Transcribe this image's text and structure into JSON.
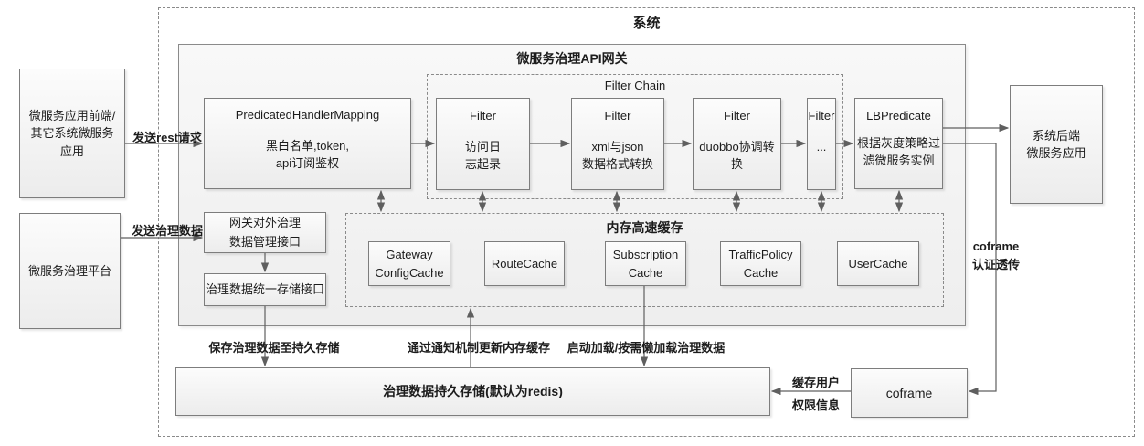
{
  "diagram": {
    "system_title": "系统",
    "gateway_title": "微服务治理API网关",
    "filter_chain_title": "Filter Chain",
    "cache_title": "内存高速缓存"
  },
  "nodes": {
    "frontend": {
      "lines": [
        "微服务应用前端/",
        "其它系统微服务",
        "应用"
      ]
    },
    "platform": {
      "label": "微服务治理平台"
    },
    "phm": {
      "title": "PredicatedHandlerMapping",
      "lines": [
        "黑白名单,token,",
        "api订阅鉴权"
      ]
    },
    "filter1": {
      "title": "Filter",
      "lines": [
        "访问日",
        "志起录"
      ]
    },
    "filter2": {
      "title": "Filter",
      "lines": [
        "xml与json",
        "数据格式转换"
      ]
    },
    "filter3": {
      "title": "Filter",
      "lines": [
        "duobbo协调转",
        "换"
      ]
    },
    "filter4": {
      "title": "Filter",
      "lines": [
        "..."
      ]
    },
    "lbpredicate": {
      "title": "LBPredicate",
      "lines": [
        "根据灰度策略过",
        "滤微服务实例"
      ]
    },
    "backend": {
      "lines": [
        "系统后端",
        "微服务应用"
      ]
    },
    "mgmt_interface": {
      "lines": [
        "网关对外治理",
        "数据管理接口"
      ]
    },
    "storage_interface": {
      "label": "治理数据统一存储接口"
    },
    "caches": [
      {
        "lines": [
          "Gateway",
          "ConfigCache"
        ]
      },
      {
        "lines": [
          "RouteCache"
        ]
      },
      {
        "lines": [
          "Subscription",
          "Cache"
        ]
      },
      {
        "lines": [
          "TrafficPolicy",
          "Cache"
        ]
      },
      {
        "lines": [
          "UserCache"
        ]
      }
    ],
    "storage": {
      "label": "治理数据持久存储(默认为redis)"
    },
    "coframe": {
      "label": "coframe"
    }
  },
  "edges": {
    "send_rest": "发送rest请求",
    "send_governance": "发送治理数据",
    "save_persist": "保存治理数据至持久存储",
    "notify_update": "通过通知机制更新内存缓存",
    "lazy_load": "启动加载/按需懒加载治理数据",
    "cache_user_lines": [
      "缓存用户",
      "权限信息"
    ],
    "coframe_auth_lines": [
      "coframe",
      "认证透传"
    ]
  },
  "colors": {
    "line": "#5f5f5f",
    "box_border": "#7d7d7d",
    "box_fill_top": "#fcfcfc",
    "box_fill_bottom": "#ececec"
  }
}
